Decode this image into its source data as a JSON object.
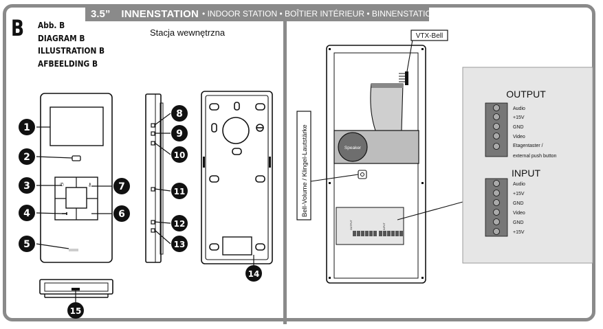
{
  "header": {
    "size": "3.5”",
    "main": "INNENSTATION",
    "rest": "• INDOOR STATION • BOÎTIER INTÉRIEUR • BINNENSTATION"
  },
  "figure_letter": "B",
  "figure_labels": [
    "Abb. B",
    "DIAGRAM B",
    "ILLUSTRATION B",
    "AFBEELDING B"
  ],
  "subtitle": "Stacja wewnętrzna",
  "callouts": [
    "1",
    "2",
    "3",
    "4",
    "5",
    "6",
    "7",
    "8",
    "9",
    "10",
    "11",
    "12",
    "13",
    "14",
    "15"
  ],
  "right": {
    "vtx_label": "VTX-Bell",
    "speaker_label": "Speaker",
    "bell_volume_label": "Bell-Volume / Klingel-Lautstärke",
    "output_title": "OUTPUT",
    "output_items": [
      "Audio",
      "+15V",
      "GND",
      "Video",
      "Etagentaster /",
      "external push button"
    ],
    "input_title": "INPUT",
    "input_items": [
      "Audio",
      "+15V",
      "GND",
      "Video",
      "GND",
      "+15V"
    ],
    "board_output_label": "OUTPUT",
    "board_input_label": "INPUT"
  },
  "colors": {
    "frame": "#8a8a8a",
    "board": "#e6e6e6",
    "speaker_panel": "#bdbdbd",
    "speaker": "#6e6e6e",
    "callout": "#111111"
  }
}
